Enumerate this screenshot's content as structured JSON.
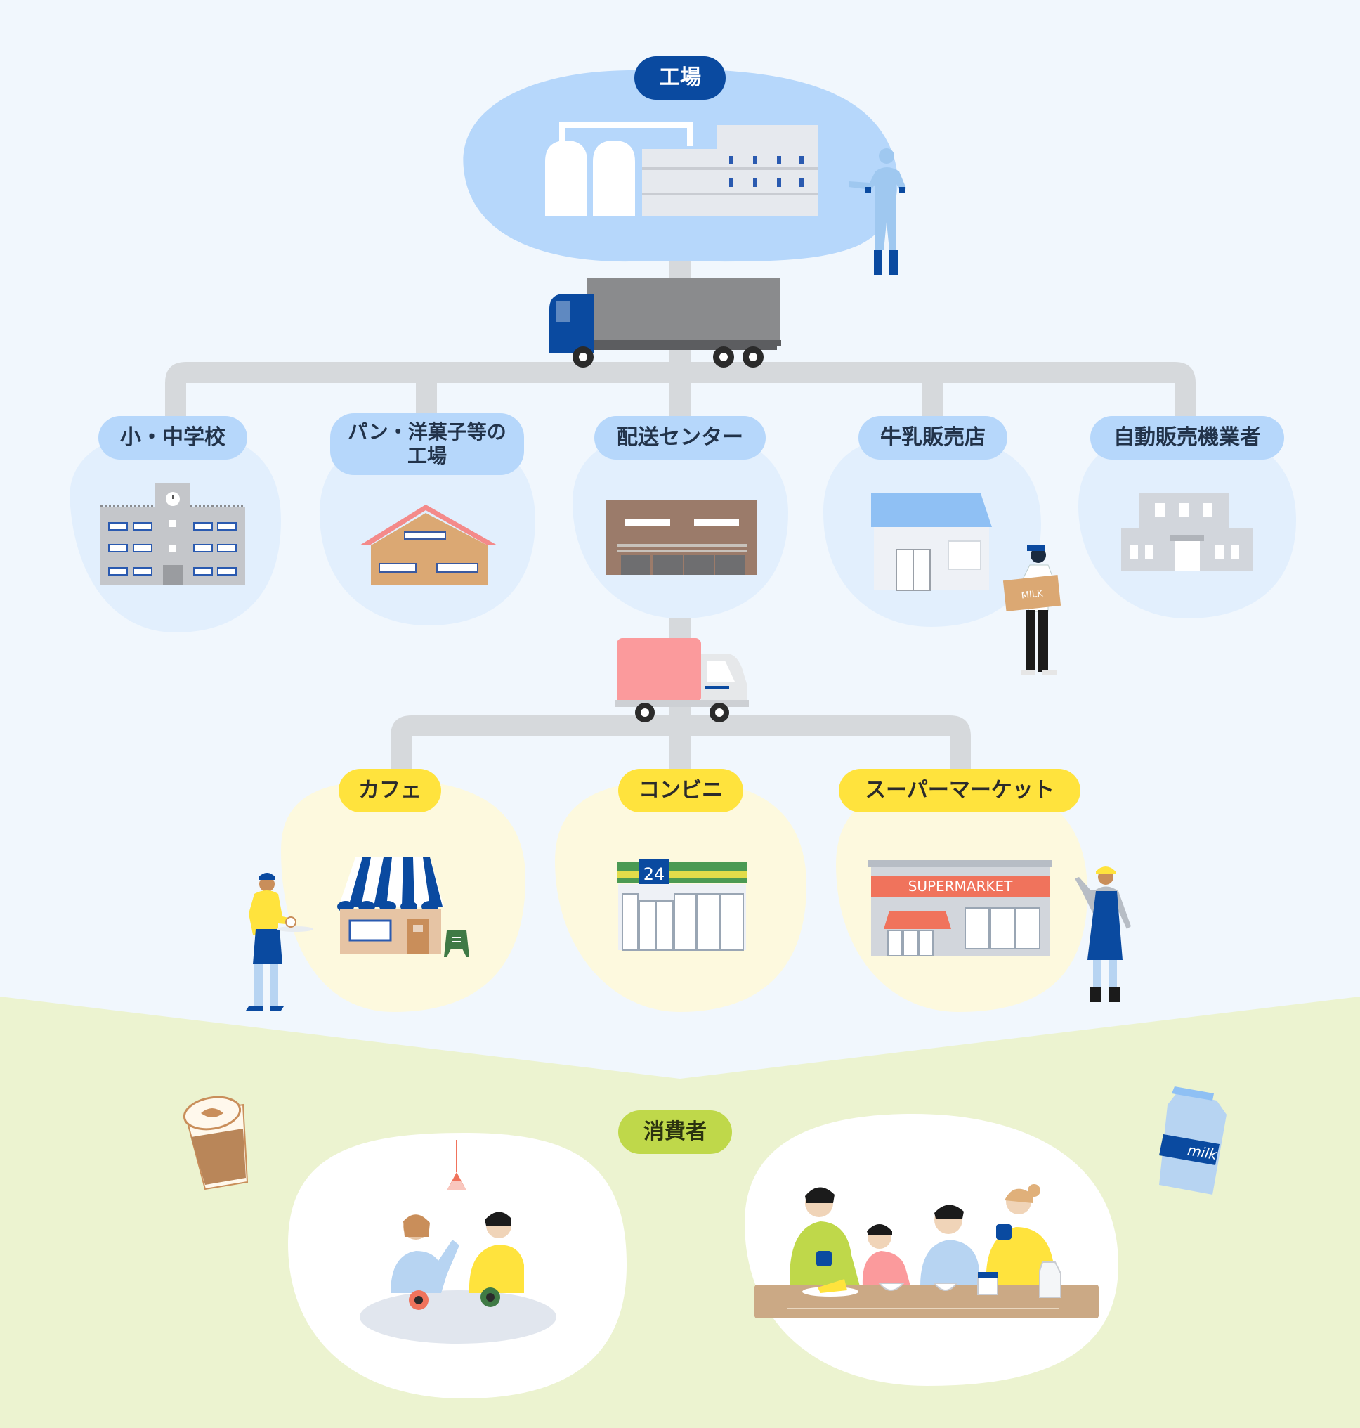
{
  "diagram": {
    "factory": {
      "label": "工場"
    },
    "distributors": [
      {
        "key": "school",
        "label": "小・中学校"
      },
      {
        "key": "bakery",
        "label": "パン・洋菓子等の\n工場"
      },
      {
        "key": "center",
        "label": "配送センター"
      },
      {
        "key": "milkshop",
        "label": "牛乳販売店"
      },
      {
        "key": "vending",
        "label": "自動販売機業者"
      }
    ],
    "retailers": [
      {
        "key": "cafe",
        "label": "カフェ"
      },
      {
        "key": "convenience",
        "label": "コンビニ"
      },
      {
        "key": "supermarket",
        "label": "スーパーマーケット"
      }
    ],
    "consumers": {
      "label": "消費者"
    },
    "signage": {
      "milk_box": "MILK",
      "store_24": "24",
      "supermarket_sign": "SUPERMARKET",
      "milk_carton": "milk"
    },
    "colors": {
      "factory_bubble": "#b6d7fb",
      "distributor_bubble": "#e2effd",
      "retail_bubble": "#fdf9de",
      "consumer_ground": "#ecf3d0",
      "brand_blue": "#0a4aa0",
      "accent_yellow": "#ffe33d",
      "accent_green": "#bfd84a"
    }
  }
}
